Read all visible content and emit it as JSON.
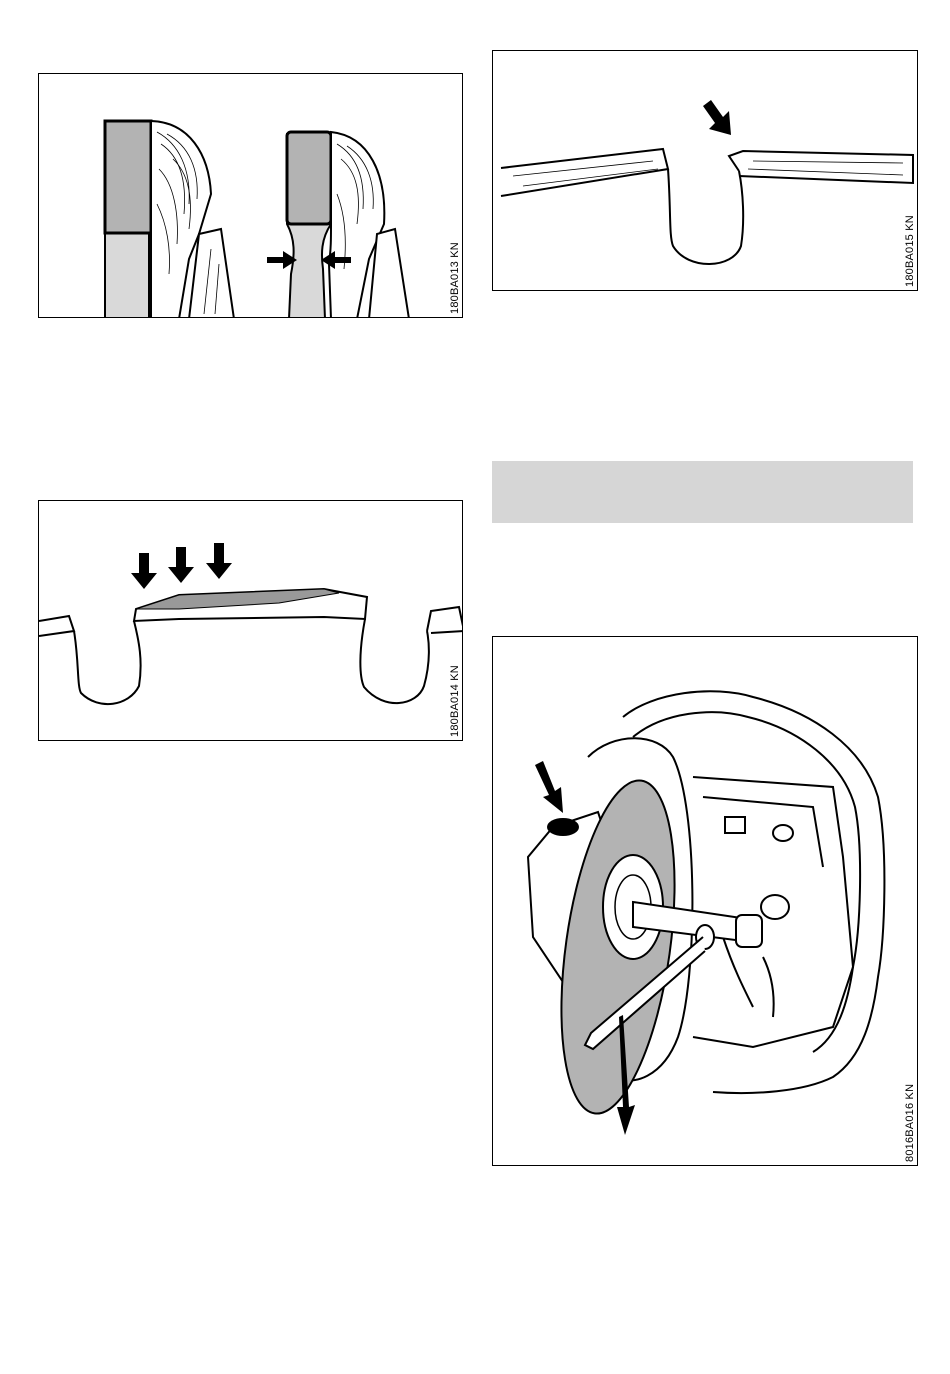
{
  "figures": {
    "fig1": {
      "code": "180BA013 KN"
    },
    "fig2": {
      "code": "180BA014 KN"
    },
    "fig3": {
      "code": "180BA015 KN"
    },
    "fig4": {
      "code": "8016BA016 KN"
    }
  },
  "colors": {
    "shade": "#b3b3b3",
    "bar": "#d6d6d6",
    "line": "#000000"
  }
}
